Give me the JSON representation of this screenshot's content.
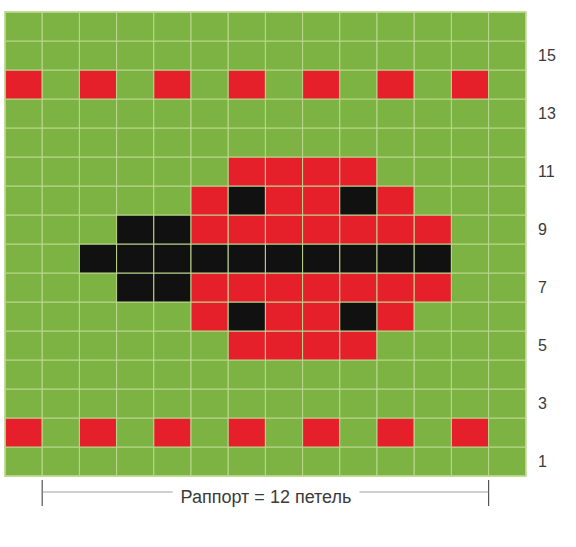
{
  "diagram": {
    "labels": [
      "15",
      "13",
      "11",
      "9",
      "7",
      "5",
      "3",
      "1",
      "Раппорт = 12 петель"
    ]
  }
}
